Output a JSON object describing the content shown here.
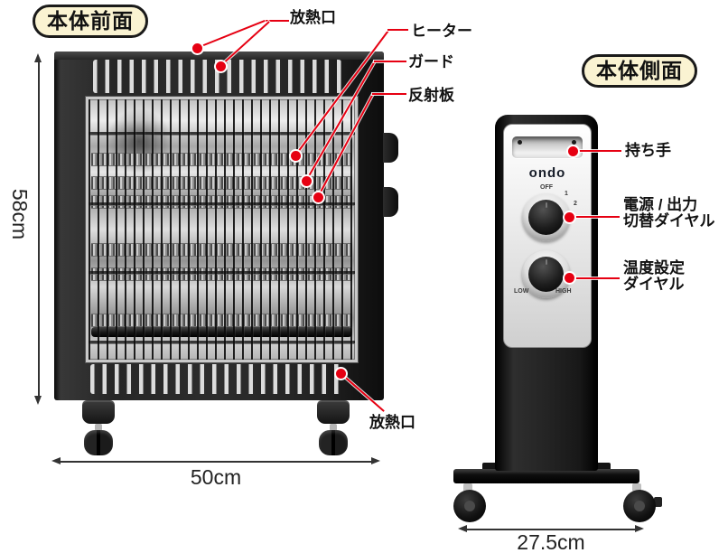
{
  "front": {
    "title": "本体前面",
    "labels": {
      "vent_top": "放熱口",
      "heater": "ヒーター",
      "guard": "ガード",
      "reflector": "反射板",
      "vent_bottom": "放熱口"
    },
    "dimensions": {
      "height": "58cm",
      "width": "50cm"
    }
  },
  "side": {
    "title": "本体側面",
    "labels": {
      "handle": "持ち手",
      "power_dial_line1": "電源 / 出力",
      "power_dial_line2": "切替ダイヤル",
      "temp_dial_line1": "温度設定",
      "temp_dial_line2": "ダイヤル"
    },
    "panel": {
      "brand": "ondo",
      "power_dial": {
        "off": "OFF",
        "level1": "1",
        "level2": "2"
      },
      "temp_dial": {
        "low": "LOW",
        "high": "HIGH"
      }
    },
    "dimensions": {
      "depth": "27.5cm"
    }
  },
  "colors": {
    "annotation_red": "#e60012",
    "pill_bg": "#faf3d2",
    "body_black": "#1d1d1d"
  }
}
